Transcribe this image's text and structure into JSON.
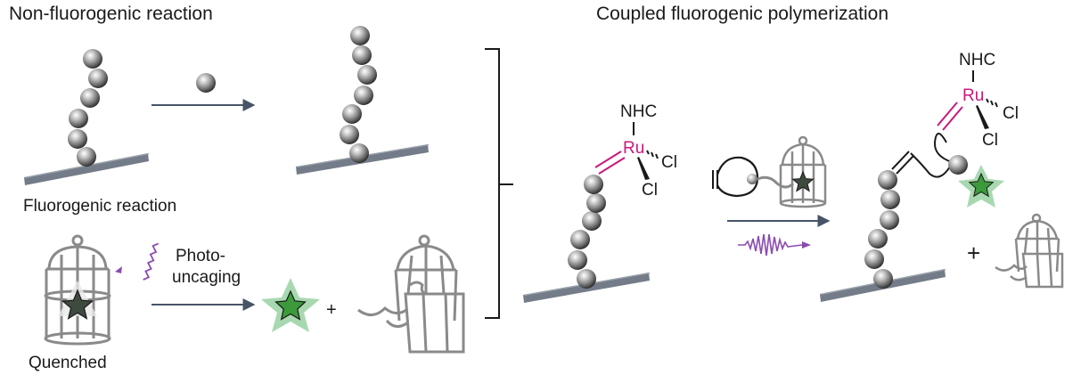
{
  "left_panel": {
    "title": "Non-fluorogenic reaction",
    "subtitle": "Fluorogenic reaction",
    "photo_label_line1": "Photo-",
    "photo_label_line2": "uncaging",
    "plus": "+",
    "quenched_label": "Quenched"
  },
  "right_panel": {
    "title": "Coupled fluorogenic polymerization",
    "ligand": "NHC",
    "metal": "Ru",
    "chloride_1": "Cl",
    "chloride_2": "Cl",
    "plus": "+"
  },
  "colors": {
    "ruthenium": "#c8197e",
    "arrow": "#475468",
    "surface": "#737c88",
    "star_fill": "#3c9a3c",
    "star_glow": "#a8d8b0",
    "light_wave": "#8a4bb0",
    "cage": "#8a8a8a"
  }
}
